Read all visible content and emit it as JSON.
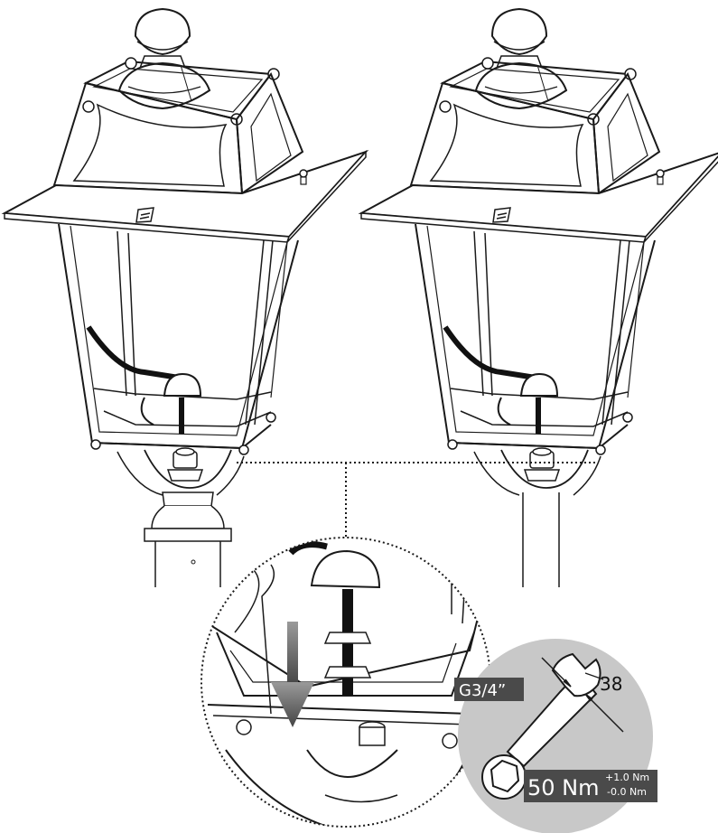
{
  "labels": {
    "thread": "G3/4”",
    "wrench_size": "38",
    "torque": "50 Nm",
    "tol_plus": "+1.0 Nm",
    "tol_minus": "-0.0 Nm"
  },
  "colors": {
    "line": "#1a1a1a",
    "cable": "#111111",
    "badge_bg": "#4a4a4a",
    "tool_circle": "#c8c8c8",
    "arrow": "#555555"
  }
}
